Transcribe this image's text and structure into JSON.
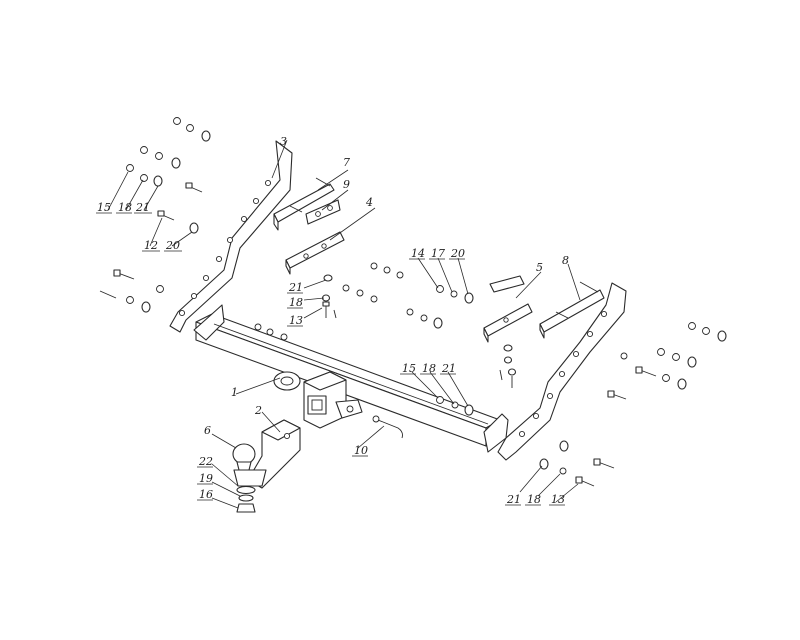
{
  "callouts": {
    "c1": "1",
    "c2": "2",
    "c3": "3",
    "c4": "4",
    "c5": "5",
    "c6": "6",
    "c7": "7",
    "c8": "8",
    "c9": "9",
    "c10": "10",
    "c12a": "12",
    "c20a": "20",
    "c15a": "15",
    "c18a": "18",
    "c21a": "21",
    "c21b": "21",
    "c18b": "18",
    "c13a": "13",
    "c14": "14",
    "c17": "17",
    "c20b": "20",
    "c15b": "15",
    "c18c": "18",
    "c21c": "21",
    "c22": "22",
    "c19": "19",
    "c16": "16",
    "c21d": "21",
    "c18d": "18",
    "c13b": "13"
  }
}
